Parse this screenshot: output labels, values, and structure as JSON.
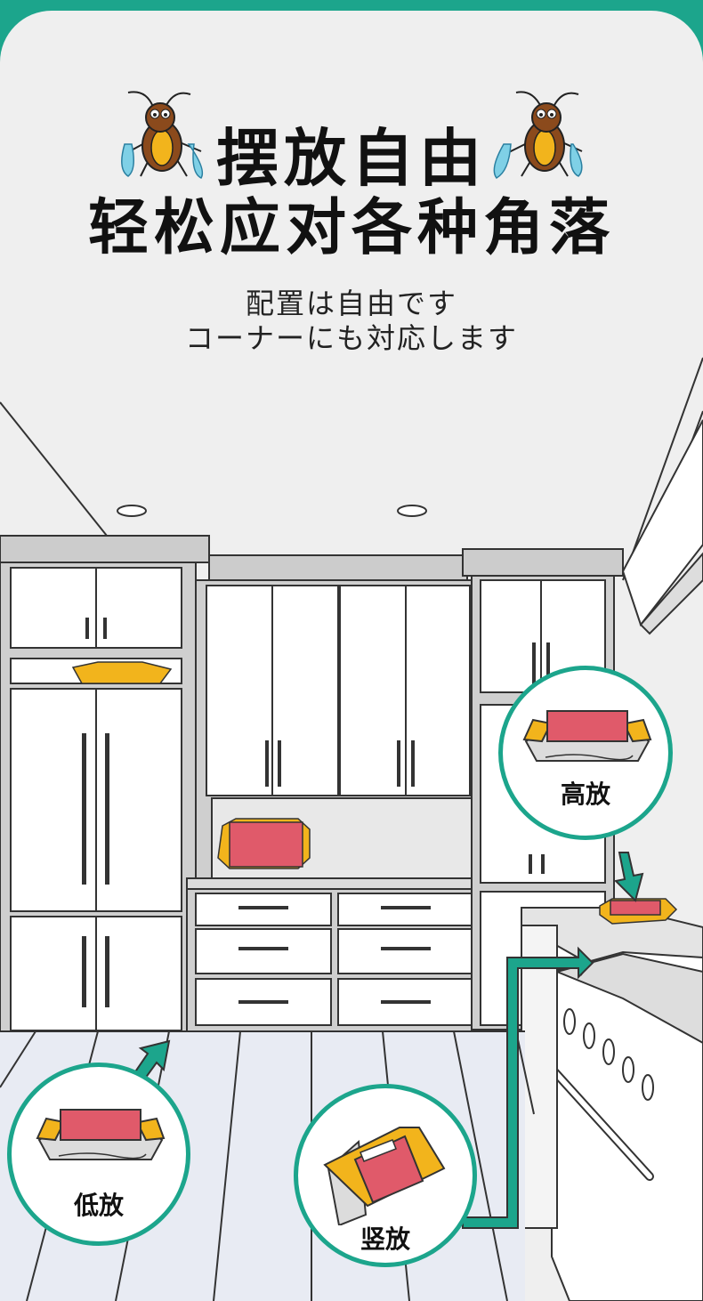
{
  "headline": {
    "line1": "摆放自由",
    "line2": "轻松应对各种角落"
  },
  "subtitle": {
    "line1": "配置は自由です",
    "line2": "コーナーにも対応します"
  },
  "placements": {
    "high": "高放",
    "low": "低放",
    "vertical": "竖放"
  },
  "icons": [
    "cockroach-mascot-icon",
    "trap-box-icon",
    "arrow-icon"
  ],
  "colors": {
    "frame": "#1ca58c",
    "trap_yellow": "#f2b41c",
    "trap_red": "#e05a6a",
    "background": "#efefef"
  }
}
